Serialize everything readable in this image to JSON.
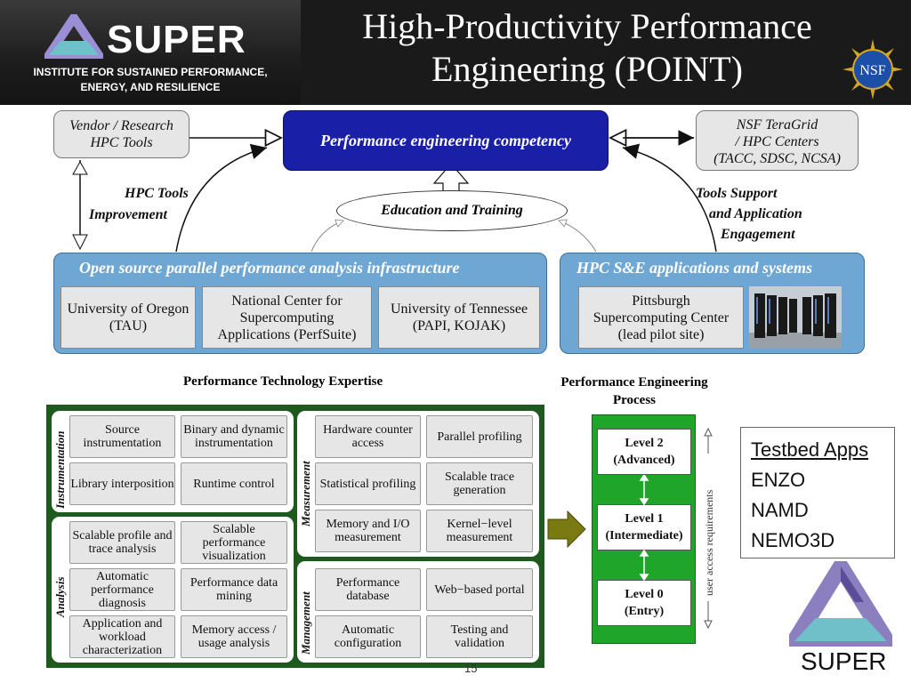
{
  "header": {
    "logo_word": "SUPER",
    "logo_sub1": "INSTITUTE FOR SUSTAINED PERFORMANCE,",
    "logo_sub2": "ENERGY, AND RESILIENCE",
    "title_line1": "High-Productivity Performance",
    "title_line2": "Engineering (POINT)",
    "nsf_text": "NSF"
  },
  "top_diagram": {
    "vendor_box": "Vendor / Research\nHPC Tools",
    "center_box": "Performance engineering competency",
    "teragrid_box": "NSF TeraGrid\n/ HPC Centers\n(TACC, SDSC, NCSA)",
    "left_label_1": "HPC Tools",
    "left_label_2": "Improvement",
    "education": "Education and Training",
    "right_label_1": "Tools Support",
    "right_label_2": "and Application",
    "right_label_3": "Engagement",
    "left_panel_title": "Open source parallel performance analysis infrastructure",
    "right_panel_title": "HPC S&E applications and systems",
    "cells": [
      {
        "line1": "University of Oregon",
        "line2": "(TAU)"
      },
      {
        "line1": "National Center for",
        "line2": "Supercomputing",
        "line3": "Applications (PerfSuite)"
      },
      {
        "line1": "University of Tennessee",
        "line2": "(PAPI, KOJAK)"
      },
      {
        "line1": "Pittsburgh",
        "line2": "Supercomputing Center",
        "line3": "(lead pilot site)"
      }
    ]
  },
  "bottom": {
    "expertise_title": "Performance Technology Expertise",
    "process_title_1": "Performance Engineering",
    "process_title_2": "Process",
    "instrumentation_label": "Instrumentation",
    "analysis_label": "Analysis",
    "measurement_label": "Measurement",
    "management_label": "Management",
    "instrumentation": [
      "Source instrumentation",
      "Binary and dynamic instrumentation",
      "Library interposition",
      "Runtime control"
    ],
    "analysis": [
      "Scalable profile and trace analysis",
      "Scalable performance visualization",
      "Automatic performance diagnosis",
      "Performance data mining",
      "Application and workload characterization",
      "Memory access / usage analysis"
    ],
    "measurement": [
      "Hardware counter access",
      "Parallel profiling",
      "Statistical profiling",
      "Scalable trace generation",
      "Memory and I/O measurement",
      "Kernel−level measurement"
    ],
    "management": [
      "Performance database",
      "Web−based portal",
      "Automatic configuration",
      "Testing and validation"
    ],
    "levels": [
      {
        "l1": "Level 2",
        "l2": "(Advanced)"
      },
      {
        "l1": "Level 1",
        "l2": "(Intermediate)"
      },
      {
        "l1": "Level 0",
        "l2": "(Entry)"
      }
    ],
    "user_access": "user access requirements"
  },
  "testbed": {
    "heading": "Testbed Apps",
    "apps": [
      "ENZO",
      "NAMD",
      "NEMO3D"
    ]
  },
  "footer": {
    "page_number": "15",
    "super_label": "SUPER"
  },
  "colors": {
    "header_bg": "#1a1a1a",
    "center_box": "#1a1fa8",
    "panel_blue": "#6ea6d4",
    "green_dark": "#1e5a1e",
    "green_bright": "#1fa52a",
    "arrow_olive": "#7a7a12"
  }
}
